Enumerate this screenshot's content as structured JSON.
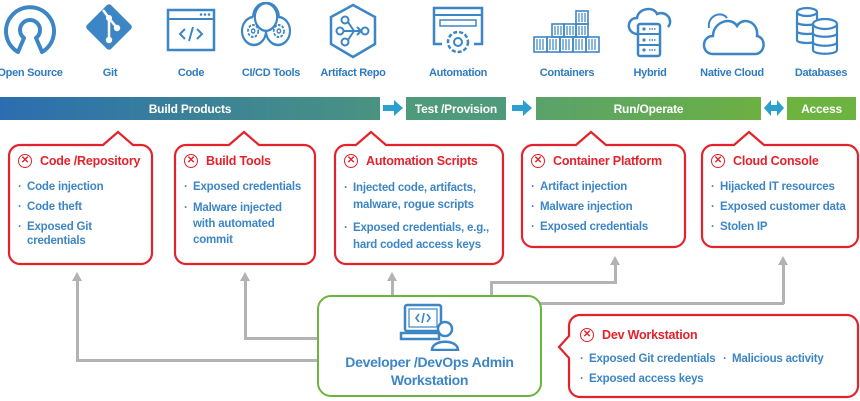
{
  "tools": [
    {
      "label": "Open Source",
      "icon": "open-source-icon"
    },
    {
      "label": "Git",
      "icon": "git-icon"
    },
    {
      "label": "Code",
      "icon": "code-window-icon"
    },
    {
      "label": "CI/CD Tools",
      "icon": "cicd-gears-icon"
    },
    {
      "label": "Artifact Repo",
      "icon": "artifact-repo-icon"
    },
    {
      "label": "Automation",
      "icon": "automation-icon"
    },
    {
      "label": "Containers",
      "icon": "containers-icon"
    },
    {
      "label": "Hybrid",
      "icon": "hybrid-cloud-server-icon"
    },
    {
      "label": "Native Cloud",
      "icon": "cloud-icon"
    },
    {
      "label": "Databases",
      "icon": "databases-icon"
    }
  ],
  "stages": [
    {
      "label": "Build Products",
      "color_start": "#2b6eb0",
      "color_end": "#4a9381"
    },
    {
      "label": "Test /Provision",
      "color": "#4e9a7a"
    },
    {
      "label": "Run/Operate",
      "color_start": "#5aa26b",
      "color_end": "#6cb043"
    },
    {
      "label": "Access",
      "color": "#6db33f"
    }
  ],
  "stage_arrow_color": "#2a9fd0",
  "risks": [
    {
      "title": "Code /Repository",
      "items": [
        "Code injection",
        "Code theft",
        "Exposed Git credentials"
      ]
    },
    {
      "title": "Build Tools",
      "items": [
        "Exposed credentials",
        "Malware injected with automated commit"
      ]
    },
    {
      "title": "Automation Scripts",
      "items": [
        "Injected code, artifacts, malware, rogue scripts",
        "Exposed credentials, e.g., hard coded access keys"
      ]
    },
    {
      "title": "Container Platform",
      "items": [
        "Artifact injection",
        "Malware injection",
        "Exposed credentials"
      ]
    },
    {
      "title": "Cloud Console",
      "items": [
        "Hijacked IT resources",
        "Exposed customer data",
        "Stolen IP"
      ]
    }
  ],
  "workstation": {
    "title_line1": "Developer /DevOps Admin",
    "title_line2": "Workstation",
    "icon": "developer-laptop-icon"
  },
  "dev_risk": {
    "title": "Dev Workstation",
    "items": [
      "Exposed Git credentials",
      "Malicious activity",
      "Exposed access keys"
    ]
  },
  "colors": {
    "risk_red": "#e3222c",
    "icon_blue": "#3d86c6",
    "workstation_green": "#6db33f",
    "connector_gray": "#b3b3b3"
  }
}
